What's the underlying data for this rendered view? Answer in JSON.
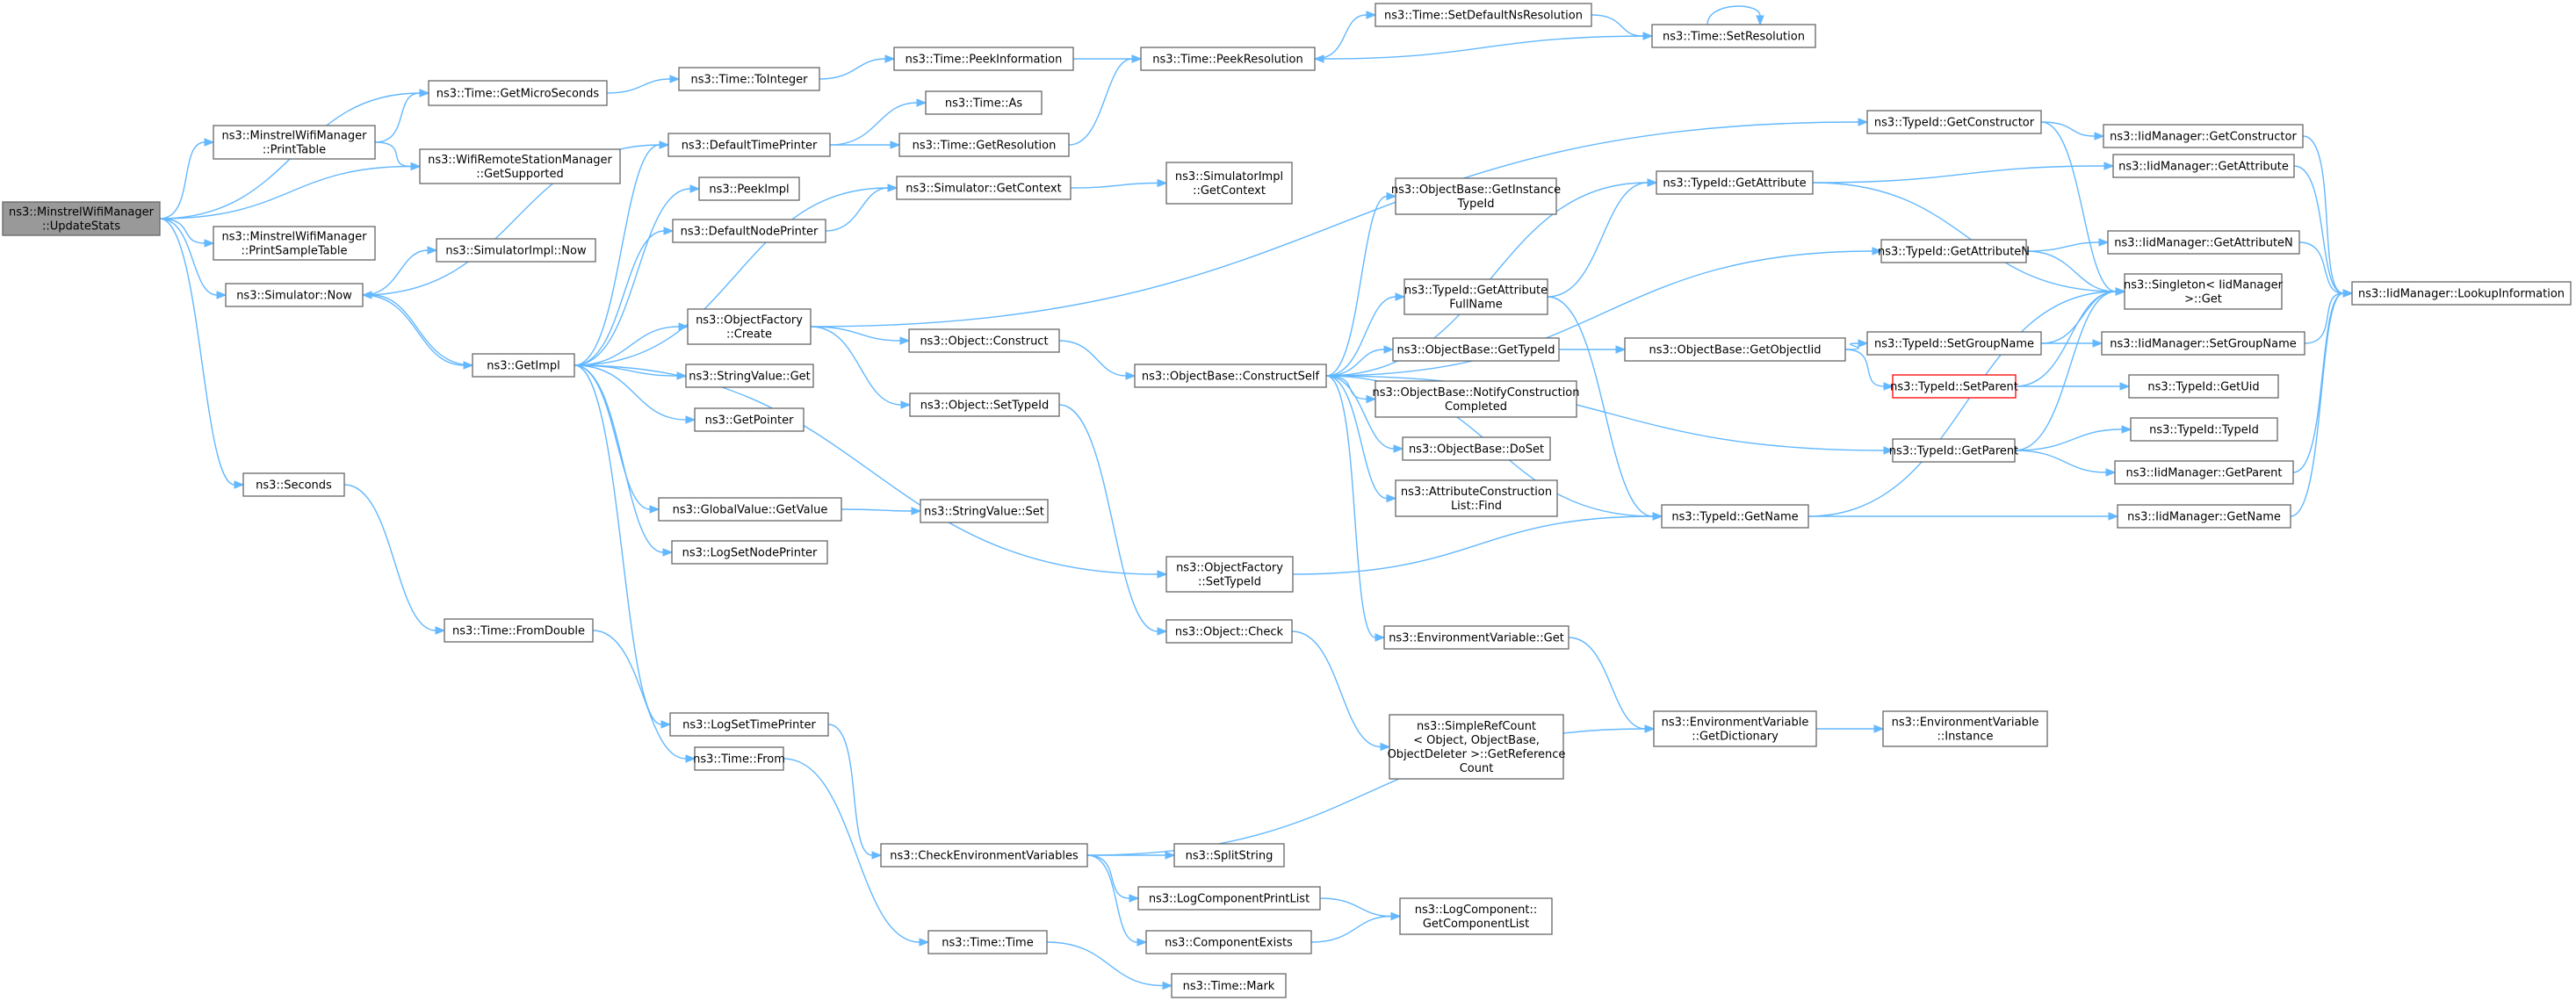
{
  "graph": {
    "nodes": [
      {
        "id": "root",
        "lines": [
          "ns3::MinstrelWifiManager",
          "::UpdateStats"
        ],
        "style": "root"
      },
      {
        "id": "getMicro",
        "lines": [
          "ns3::Time::GetMicroSeconds"
        ]
      },
      {
        "id": "printTable",
        "lines": [
          "ns3::MinstrelWifiManager",
          "::PrintTable"
        ]
      },
      {
        "id": "getSupported",
        "lines": [
          "ns3::WifiRemoteStationManager",
          "::GetSupported"
        ]
      },
      {
        "id": "printSample",
        "lines": [
          "ns3::MinstrelWifiManager",
          "::PrintSampleTable"
        ]
      },
      {
        "id": "simNow",
        "lines": [
          "ns3::Simulator::Now"
        ]
      },
      {
        "id": "simImplNow",
        "lines": [
          "ns3::SimulatorImpl::Now"
        ]
      },
      {
        "id": "seconds",
        "lines": [
          "ns3::Seconds"
        ]
      },
      {
        "id": "fromDouble",
        "lines": [
          "ns3::Time::FromDouble"
        ]
      },
      {
        "id": "timeFrom",
        "lines": [
          "ns3::Time::From"
        ]
      },
      {
        "id": "timeTime",
        "lines": [
          "ns3::Time::Time"
        ]
      },
      {
        "id": "timeMark",
        "lines": [
          "ns3::Time::Mark"
        ]
      },
      {
        "id": "toInteger",
        "lines": [
          "ns3::Time::ToInteger"
        ]
      },
      {
        "id": "peekInfo",
        "lines": [
          "ns3::Time::PeekInformation"
        ]
      },
      {
        "id": "peekRes",
        "lines": [
          "ns3::Time::PeekResolution"
        ]
      },
      {
        "id": "setDefNs",
        "lines": [
          "ns3::Time::SetDefaultNsResolution"
        ]
      },
      {
        "id": "setRes",
        "lines": [
          "ns3::Time::SetResolution"
        ]
      },
      {
        "id": "defTimePrinter",
        "lines": [
          "ns3::DefaultTimePrinter"
        ]
      },
      {
        "id": "timeAs",
        "lines": [
          "ns3::Time::As"
        ]
      },
      {
        "id": "getRes",
        "lines": [
          "ns3::Time::GetResolution"
        ]
      },
      {
        "id": "peekImpl",
        "lines": [
          "ns3::PeekImpl"
        ]
      },
      {
        "id": "defNodePrinter",
        "lines": [
          "ns3::DefaultNodePrinter"
        ]
      },
      {
        "id": "simGetContext",
        "lines": [
          "ns3::Simulator::GetContext"
        ]
      },
      {
        "id": "simImplGetContext",
        "lines": [
          "ns3::SimulatorImpl",
          "::GetContext"
        ]
      },
      {
        "id": "getImpl",
        "lines": [
          "ns3::GetImpl"
        ]
      },
      {
        "id": "ofCreate",
        "lines": [
          "ns3::ObjectFactory",
          "::Create"
        ]
      },
      {
        "id": "objConstruct",
        "lines": [
          "ns3::Object::Construct"
        ]
      },
      {
        "id": "objSetTypeId",
        "lines": [
          "ns3::Object::SetTypeId"
        ]
      },
      {
        "id": "strValGet",
        "lines": [
          "ns3::StringValue::Get"
        ]
      },
      {
        "id": "getPointer",
        "lines": [
          "ns3::GetPointer"
        ]
      },
      {
        "id": "gvGetValue",
        "lines": [
          "ns3::GlobalValue::GetValue"
        ]
      },
      {
        "id": "strValSet",
        "lines": [
          "ns3::StringValue::Set"
        ]
      },
      {
        "id": "logSetNode",
        "lines": [
          "ns3::LogSetNodePrinter"
        ]
      },
      {
        "id": "ofSetTypeId",
        "lines": [
          "ns3::ObjectFactory",
          "::SetTypeId"
        ]
      },
      {
        "id": "objCheck",
        "lines": [
          "ns3::Object::Check"
        ]
      },
      {
        "id": "logSetTime",
        "lines": [
          "ns3::LogSetTimePrinter"
        ]
      },
      {
        "id": "checkEnv",
        "lines": [
          "ns3::CheckEnvironmentVariables"
        ]
      },
      {
        "id": "splitString",
        "lines": [
          "ns3::SplitString"
        ]
      },
      {
        "id": "logCompPrint",
        "lines": [
          "ns3::LogComponentPrintList"
        ]
      },
      {
        "id": "compExists",
        "lines": [
          "ns3::ComponentExists"
        ]
      },
      {
        "id": "getCompList",
        "lines": [
          "ns3::LogComponent::",
          "GetComponentList"
        ]
      },
      {
        "id": "constructSelf",
        "lines": [
          "ns3::ObjectBase::ConstructSelf"
        ]
      },
      {
        "id": "obGetInstTid",
        "lines": [
          "ns3::ObjectBase::GetInstance",
          "TypeId"
        ]
      },
      {
        "id": "tidGetAttrFull",
        "lines": [
          "ns3::TypeId::GetAttribute",
          "FullName"
        ]
      },
      {
        "id": "obGetTypeId",
        "lines": [
          "ns3::ObjectBase::GetTypeId"
        ]
      },
      {
        "id": "obNotify",
        "lines": [
          "ns3::ObjectBase::NotifyConstruction",
          "Completed"
        ]
      },
      {
        "id": "obDoSet",
        "lines": [
          "ns3::ObjectBase::DoSet"
        ]
      },
      {
        "id": "attrFind",
        "lines": [
          "ns3::AttributeConstruction",
          "List::Find"
        ]
      },
      {
        "id": "envGet",
        "lines": [
          "ns3::EnvironmentVariable::Get"
        ]
      },
      {
        "id": "simpleRef",
        "lines": [
          "ns3::SimpleRefCount",
          "< Object, ObjectBase,",
          "ObjectDeleter >::GetReference",
          "Count"
        ]
      },
      {
        "id": "tidGetConstructor",
        "lines": [
          "ns3::TypeId::GetConstructor"
        ]
      },
      {
        "id": "tidGetAttribute",
        "lines": [
          "ns3::TypeId::GetAttribute"
        ]
      },
      {
        "id": "tidGetAttributeN",
        "lines": [
          "ns3::TypeId::GetAttributeN"
        ]
      },
      {
        "id": "obGetObjectIid",
        "lines": [
          "ns3::ObjectBase::GetObjectIid"
        ]
      },
      {
        "id": "tidSetGroupName",
        "lines": [
          "ns3::TypeId::SetGroupName"
        ]
      },
      {
        "id": "tidSetParent",
        "lines": [
          "ns3::TypeId::SetParent"
        ],
        "style": "highlight"
      },
      {
        "id": "tidGetParent",
        "lines": [
          "ns3::TypeId::GetParent"
        ]
      },
      {
        "id": "tidGetName",
        "lines": [
          "ns3::TypeId::GetName"
        ]
      },
      {
        "id": "envGetDict",
        "lines": [
          "ns3::EnvironmentVariable",
          "::GetDictionary"
        ]
      },
      {
        "id": "envInstance",
        "lines": [
          "ns3::EnvironmentVariable",
          "::Instance"
        ]
      },
      {
        "id": "imGetConstructor",
        "lines": [
          "ns3::IidManager::GetConstructor"
        ]
      },
      {
        "id": "imGetAttribute",
        "lines": [
          "ns3::IidManager::GetAttribute"
        ]
      },
      {
        "id": "imGetAttributeN",
        "lines": [
          "ns3::IidManager::GetAttributeN"
        ]
      },
      {
        "id": "singletonGet",
        "lines": [
          "ns3::Singleton< IidManager",
          ">::Get"
        ]
      },
      {
        "id": "imSetGroupName",
        "lines": [
          "ns3::IidManager::SetGroupName"
        ]
      },
      {
        "id": "tidGetUid",
        "lines": [
          "ns3::TypeId::GetUid"
        ]
      },
      {
        "id": "tidTypeId",
        "lines": [
          "ns3::TypeId::TypeId"
        ]
      },
      {
        "id": "imGetParent",
        "lines": [
          "ns3::IidManager::GetParent"
        ]
      },
      {
        "id": "imGetName",
        "lines": [
          "ns3::IidManager::GetName"
        ]
      },
      {
        "id": "imLookup",
        "lines": [
          "ns3::IidManager::LookupInformation"
        ]
      }
    ],
    "edges": [
      [
        "root",
        "getMicro"
      ],
      [
        "root",
        "printTable"
      ],
      [
        "root",
        "getSupported"
      ],
      [
        "root",
        "printSample"
      ],
      [
        "root",
        "simNow"
      ],
      [
        "root",
        "seconds"
      ],
      [
        "printTable",
        "getMicro"
      ],
      [
        "printTable",
        "getSupported"
      ],
      [
        "getMicro",
        "toInteger"
      ],
      [
        "toInteger",
        "peekInfo"
      ],
      [
        "peekInfo",
        "peekRes"
      ],
      [
        "peekRes",
        "setDefNs"
      ],
      [
        "setDefNs",
        "setRes"
      ],
      [
        "setRes",
        "peekRes"
      ],
      [
        "setRes",
        "setRes"
      ],
      [
        "simNow",
        "simImplNow"
      ],
      [
        "simNow",
        "getImpl"
      ],
      [
        "simNow",
        "defTimePrinter"
      ],
      [
        "getImpl",
        "simNow"
      ],
      [
        "getImpl",
        "defTimePrinter"
      ],
      [
        "getImpl",
        "peekImpl"
      ],
      [
        "getImpl",
        "defNodePrinter"
      ],
      [
        "getImpl",
        "simGetContext"
      ],
      [
        "getImpl",
        "ofCreate"
      ],
      [
        "getImpl",
        "strValGet"
      ],
      [
        "getImpl",
        "getPointer"
      ],
      [
        "getImpl",
        "gvGetValue"
      ],
      [
        "getImpl",
        "logSetNode"
      ],
      [
        "getImpl",
        "ofSetTypeId"
      ],
      [
        "getImpl",
        "logSetTime"
      ],
      [
        "defTimePrinter",
        "timeAs"
      ],
      [
        "defTimePrinter",
        "getRes"
      ],
      [
        "getRes",
        "peekRes"
      ],
      [
        "defNodePrinter",
        "simGetContext"
      ],
      [
        "simGetContext",
        "simImplGetContext"
      ],
      [
        "ofCreate",
        "objConstruct"
      ],
      [
        "ofCreate",
        "objSetTypeId"
      ],
      [
        "ofCreate",
        "tidGetConstructor"
      ],
      [
        "objConstruct",
        "constructSelf"
      ],
      [
        "objSetTypeId",
        "objCheck"
      ],
      [
        "gvGetValue",
        "strValSet"
      ],
      [
        "ofSetTypeId",
        "tidGetName"
      ],
      [
        "objCheck",
        "simpleRef"
      ],
      [
        "logSetTime",
        "checkEnv"
      ],
      [
        "checkEnv",
        "splitString"
      ],
      [
        "checkEnv",
        "logCompPrint"
      ],
      [
        "checkEnv",
        "compExists"
      ],
      [
        "checkEnv",
        "envGetDict"
      ],
      [
        "logCompPrint",
        "getCompList"
      ],
      [
        "compExists",
        "getCompList"
      ],
      [
        "seconds",
        "fromDouble"
      ],
      [
        "fromDouble",
        "timeFrom"
      ],
      [
        "timeFrom",
        "timeTime"
      ],
      [
        "timeTime",
        "timeMark"
      ],
      [
        "constructSelf",
        "obGetInstTid"
      ],
      [
        "constructSelf",
        "tidGetAttrFull"
      ],
      [
        "constructSelf",
        "obGetTypeId"
      ],
      [
        "constructSelf",
        "obNotify"
      ],
      [
        "constructSelf",
        "obDoSet"
      ],
      [
        "constructSelf",
        "attrFind"
      ],
      [
        "constructSelf",
        "envGet"
      ],
      [
        "constructSelf",
        "tidGetAttribute"
      ],
      [
        "constructSelf",
        "tidGetAttributeN"
      ],
      [
        "constructSelf",
        "tidGetName"
      ],
      [
        "constructSelf",
        "tidGetParent"
      ],
      [
        "tidGetAttrFull",
        "tidGetAttribute"
      ],
      [
        "tidGetAttrFull",
        "tidGetName"
      ],
      [
        "obGetTypeId",
        "obGetObjectIid"
      ],
      [
        "obGetObjectIid",
        "tidSetGroupName"
      ],
      [
        "obGetObjectIid",
        "tidSetParent"
      ],
      [
        "envGet",
        "envGetDict"
      ],
      [
        "envGetDict",
        "envInstance"
      ],
      [
        "tidGetConstructor",
        "imGetConstructor"
      ],
      [
        "tidGetConstructor",
        "singletonGet"
      ],
      [
        "tidGetAttribute",
        "imGetAttribute"
      ],
      [
        "tidGetAttribute",
        "singletonGet"
      ],
      [
        "tidGetAttributeN",
        "imGetAttributeN"
      ],
      [
        "tidGetAttributeN",
        "singletonGet"
      ],
      [
        "tidSetGroupName",
        "imSetGroupName"
      ],
      [
        "tidSetGroupName",
        "singletonGet"
      ],
      [
        "tidSetParent",
        "tidGetUid"
      ],
      [
        "tidSetParent",
        "singletonGet"
      ],
      [
        "tidGetParent",
        "tidTypeId"
      ],
      [
        "tidGetParent",
        "imGetParent"
      ],
      [
        "tidGetParent",
        "singletonGet"
      ],
      [
        "tidGetName",
        "imGetName"
      ],
      [
        "tidGetName",
        "singletonGet"
      ],
      [
        "imGetConstructor",
        "imLookup"
      ],
      [
        "imGetAttribute",
        "imLookup"
      ],
      [
        "imGetAttributeN",
        "imLookup"
      ],
      [
        "imSetGroupName",
        "imLookup"
      ],
      [
        "imGetParent",
        "imLookup"
      ],
      [
        "imGetName",
        "imLookup"
      ]
    ]
  }
}
